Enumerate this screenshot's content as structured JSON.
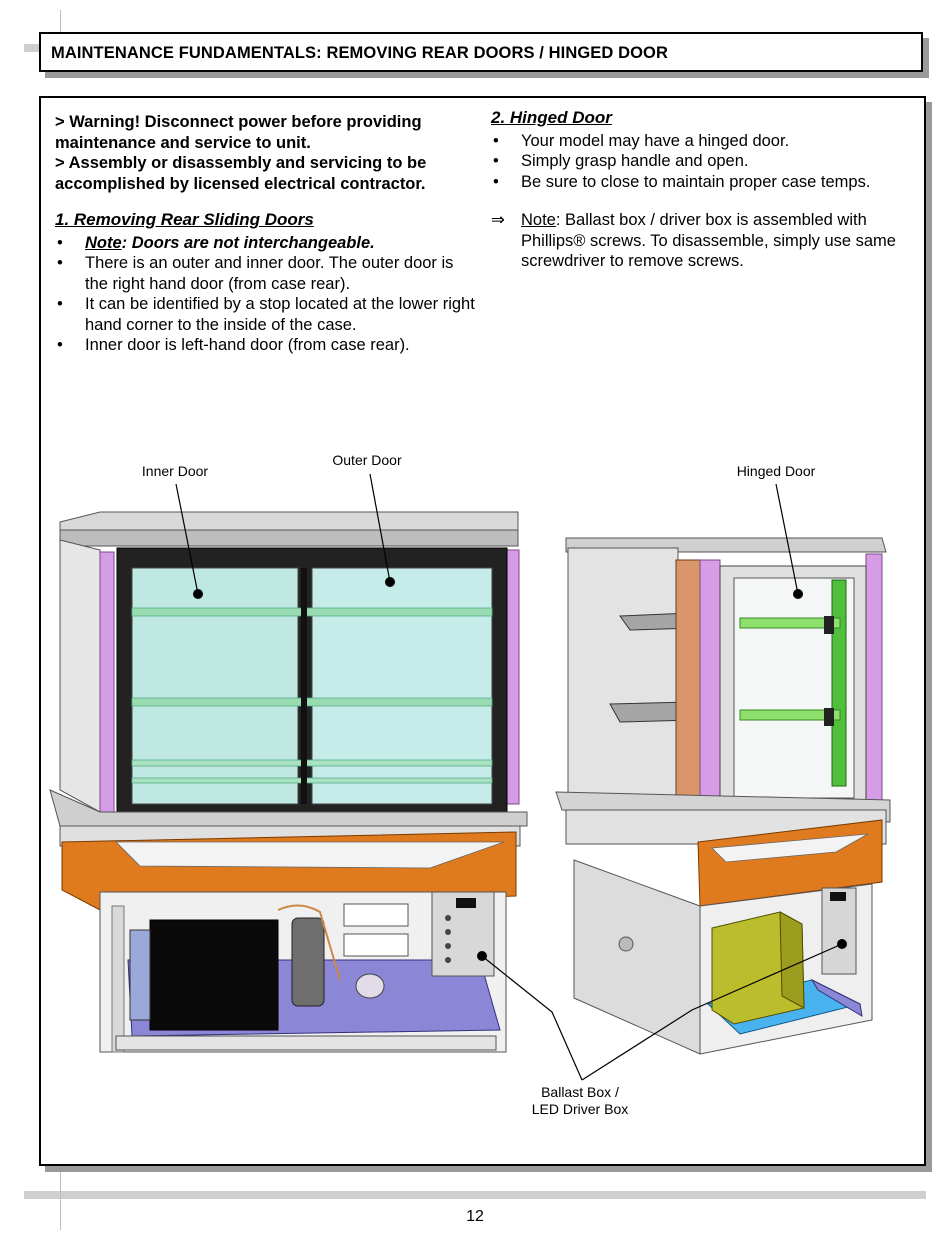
{
  "header": {
    "title": "MAINTENANCE FUNDAMENTALS: REMOVING REAR DOORS / HINGED DOOR"
  },
  "warnings": [
    "> Warning!  Disconnect power before providing maintenance and service to unit.",
    "> Assembly or disassembly and servicing to be accomplished by licensed electrical contractor."
  ],
  "section1": {
    "title": "1. Removing Rear Sliding Doors",
    "note_label": "Note",
    "note_text": ": Doors are not interchangeable.",
    "bullets": [
      "There is an outer and inner door.  The outer door is the right hand door (from case rear).",
      "It can be identified by a stop located at the lower right hand corner to the inside of the case.",
      "Inner door is left-hand door (from case rear)."
    ]
  },
  "section2": {
    "title": "2. Hinged Door",
    "bullets": [
      "Your model may have a hinged door.",
      "Simply grasp handle and open.",
      "Be sure to close to maintain proper case temps."
    ],
    "note_arrow": "⇒",
    "note_label": "Note",
    "note_text": ": Ballast box / driver box is assembled with Phillips® screws.  To disassemble, simply use same screwdriver to remove screws."
  },
  "figure": {
    "callouts": {
      "inner_door": "Inner Door",
      "outer_door": "Outer Door",
      "hinged_door": "Hinged Door",
      "ballast_line1": "Ballast Box /",
      "ballast_line2": "LED Driver Box"
    }
  },
  "footer": {
    "page_number": "12"
  }
}
